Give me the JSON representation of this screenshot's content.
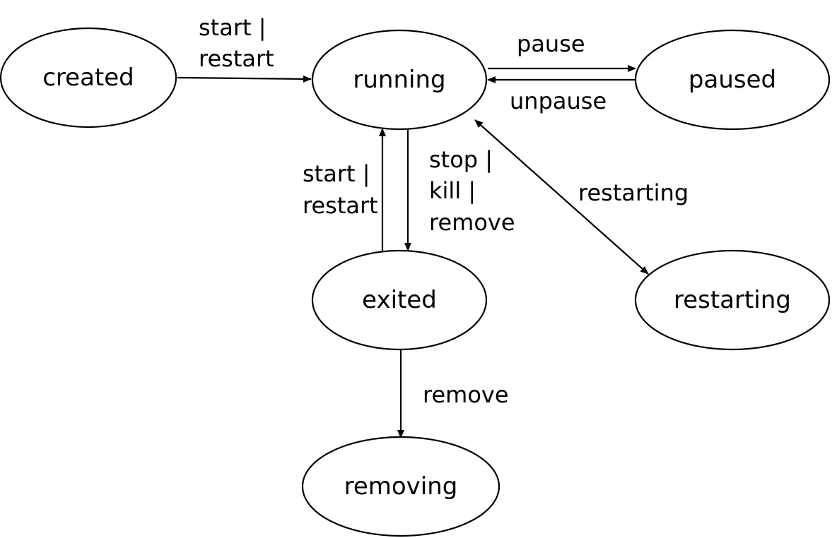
{
  "states": {
    "created": "created",
    "running": "running",
    "paused": "paused",
    "exited": "exited",
    "restarting": "restarting",
    "removing": "removing"
  },
  "transitions": {
    "created_to_running": [
      "start |",
      "restart"
    ],
    "running_to_paused": [
      "pause"
    ],
    "paused_to_running": [
      "unpause"
    ],
    "exited_to_running": [
      "start |",
      "restart"
    ],
    "running_to_exited": [
      "stop |",
      "kill |",
      "remove"
    ],
    "running_restarting": [
      "restarting"
    ],
    "exited_to_removing": [
      "remove"
    ]
  },
  "colors": {
    "stroke": "#000000",
    "background": "#ffffff",
    "text": "#000000"
  }
}
